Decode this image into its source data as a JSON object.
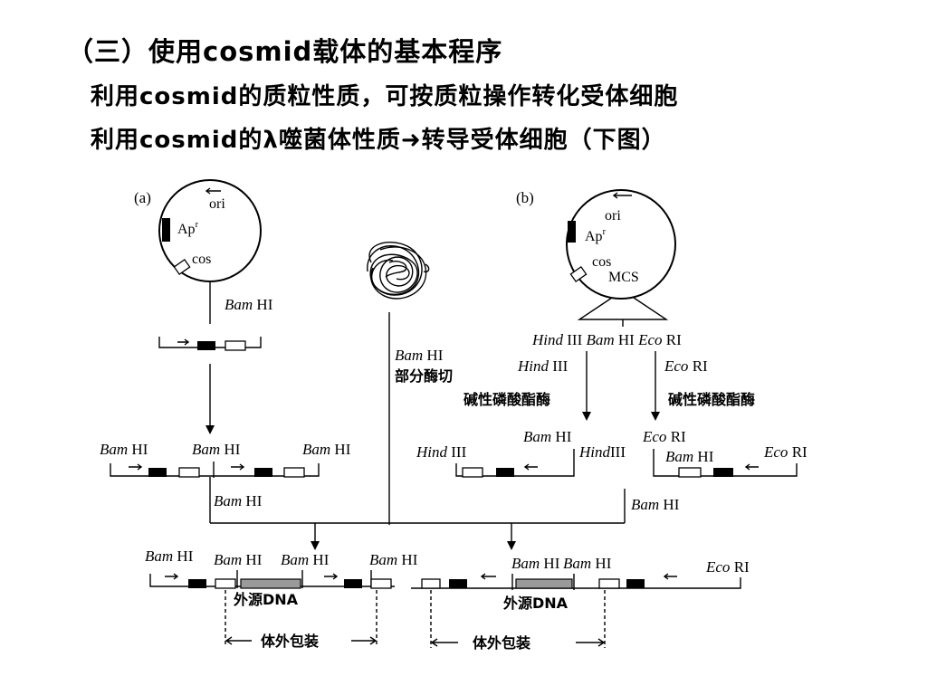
{
  "slide": {
    "title": "（三）使用cosmid载体的基本程序",
    "line1": "利用cosmid的质粒性质，可按质粒操作转化受体细胞",
    "line2": "利用cosmid的λ噬菌体性质➜转导受体细胞（下图）"
  },
  "diagram": {
    "panel_a": "(a)",
    "panel_b": "(b)",
    "ori": "ori",
    "ap": "Ap",
    "ap_sup": "r",
    "cos": "cos",
    "mcs": "MCS",
    "bam_italic": "Bam",
    "hi": "HI",
    "hind_italic": "Hind",
    "iii": "III",
    "eco_italic": "Eco",
    "ri": "RI",
    "partial_digest": "部分酶切",
    "phosphatase": "碱性磷酸酯酶",
    "foreign_dna": "外源DNA",
    "in_vitro_packaging": "体外包装"
  }
}
